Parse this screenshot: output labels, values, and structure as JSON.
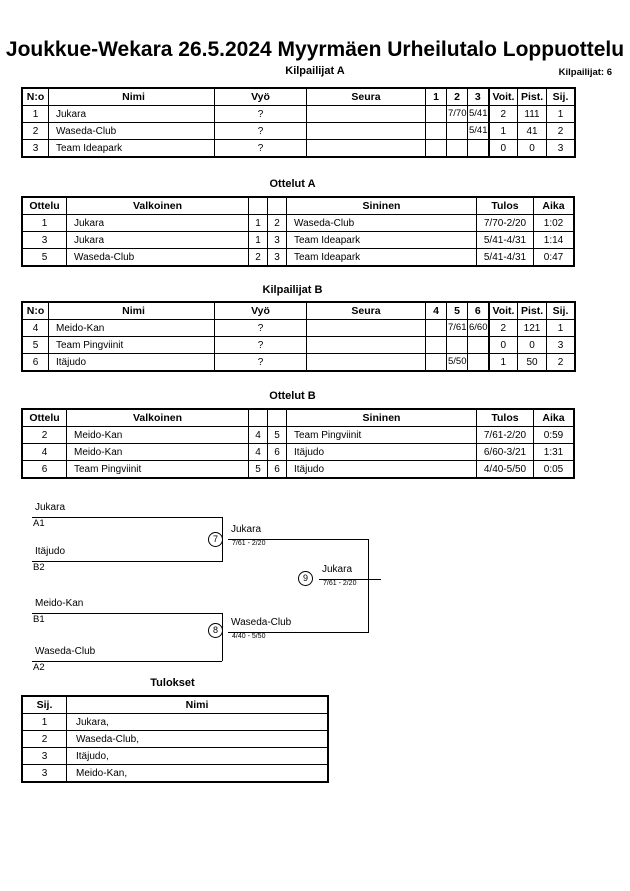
{
  "header": {
    "title": "Joukkue-Wekara  26.5.2024  Myyrmäen Urheilutalo   Loppuottelu",
    "subtitle_center": "Kilpailijat A",
    "competitors_count": "Kilpailijat: 6"
  },
  "captions": {
    "pool_a": "Kilpailijat A",
    "matches_a": "Ottelut A",
    "pool_b": "Kilpailijat B",
    "matches_b": "Ottelut B",
    "results": "Tulokset"
  },
  "pool_a": {
    "headers": [
      "N:o",
      "Nimi",
      "Vyö",
      "Seura",
      "1",
      "2",
      "3",
      "Voit.",
      "Pist.",
      "Sij."
    ],
    "rows": [
      {
        "no": "1",
        "nimi": "Jukara",
        "vyo": "?",
        "seura": "",
        "r1": "",
        "r2": "7/70",
        "r3": "5/41",
        "voit": "2",
        "pist": "111",
        "sij": "1"
      },
      {
        "no": "2",
        "nimi": "Waseda-Club",
        "vyo": "?",
        "seura": "",
        "r1": "",
        "r2": "",
        "r3": "5/41",
        "voit": "1",
        "pist": "41",
        "sij": "2"
      },
      {
        "no": "3",
        "nimi": "Team Ideapark",
        "vyo": "?",
        "seura": "",
        "r1": "",
        "r2": "",
        "r3": "",
        "voit": "0",
        "pist": "0",
        "sij": "3"
      }
    ]
  },
  "matches_a": {
    "headers": [
      "Ottelu",
      "Valkoinen",
      "",
      "",
      "Sininen",
      "Tulos",
      "Aika"
    ],
    "rows": [
      {
        "no": "1",
        "white": "Jukara",
        "w1": "1",
        "w2": "2",
        "blue": "Waseda-Club",
        "result": "7/70-2/20",
        "time": "1:02"
      },
      {
        "no": "3",
        "white": "Jukara",
        "w1": "1",
        "w2": "3",
        "blue": "Team Ideapark",
        "result": "5/41-4/31",
        "time": "1:14"
      },
      {
        "no": "5",
        "white": "Waseda-Club",
        "w1": "2",
        "w2": "3",
        "blue": "Team Ideapark",
        "result": "5/41-4/31",
        "time": "0:47"
      }
    ]
  },
  "pool_b": {
    "headers": [
      "N:o",
      "Nimi",
      "Vyö",
      "Seura",
      "4",
      "5",
      "6",
      "Voit.",
      "Pist.",
      "Sij."
    ],
    "rows": [
      {
        "no": "4",
        "nimi": "Meido-Kan",
        "vyo": "?",
        "seura": "",
        "r1": "",
        "r2": "7/61",
        "r3": "6/60",
        "voit": "2",
        "pist": "121",
        "sij": "1"
      },
      {
        "no": "5",
        "nimi": "Team Pingviinit",
        "vyo": "?",
        "seura": "",
        "r1": "",
        "r2": "",
        "r3": "",
        "voit": "0",
        "pist": "0",
        "sij": "3"
      },
      {
        "no": "6",
        "nimi": "Itäjudo",
        "vyo": "?",
        "seura": "",
        "r1": "",
        "r2": "5/50",
        "r3": "",
        "voit": "1",
        "pist": "50",
        "sij": "2"
      }
    ]
  },
  "matches_b": {
    "headers": [
      "Ottelu",
      "Valkoinen",
      "",
      "",
      "Sininen",
      "Tulos",
      "Aika"
    ],
    "rows": [
      {
        "no": "2",
        "white": "Meido-Kan",
        "w1": "4",
        "w2": "5",
        "blue": "Team Pingviinit",
        "result": "7/61-2/20",
        "time": "0:59"
      },
      {
        "no": "4",
        "white": "Meido-Kan",
        "w1": "4",
        "w2": "6",
        "blue": "Itäjudo",
        "result": "6/60-3/21",
        "time": "1:31"
      },
      {
        "no": "6",
        "white": "Team Pingviinit",
        "w1": "5",
        "w2": "6",
        "blue": "Itäjudo",
        "result": "4/40-5/50",
        "time": "0:05"
      }
    ]
  },
  "bracket": {
    "entries": [
      {
        "name": "Jukara",
        "seed": "A1"
      },
      {
        "name": "Itäjudo",
        "seed": "B2"
      },
      {
        "name": "Meido-Kan",
        "seed": "B1"
      },
      {
        "name": "Waseda-Club",
        "seed": "A2"
      }
    ],
    "matches": [
      {
        "number": "7",
        "winner": "Jukara",
        "score": "7/61 - 2/20"
      },
      {
        "number": "8",
        "winner": "Waseda-Club",
        "score": "4/40 - 5/50"
      },
      {
        "number": "9",
        "winner": "Jukara",
        "score": "7/61 - 2/20"
      }
    ]
  },
  "results": {
    "headers": [
      "Sij.",
      "Nimi"
    ],
    "rows": [
      {
        "sij": "1",
        "nimi": "Jukara,"
      },
      {
        "sij": "2",
        "nimi": "Waseda-Club,"
      },
      {
        "sij": "3",
        "nimi": "Itäjudo,"
      },
      {
        "sij": "3",
        "nimi": "Meido-Kan,"
      }
    ]
  }
}
